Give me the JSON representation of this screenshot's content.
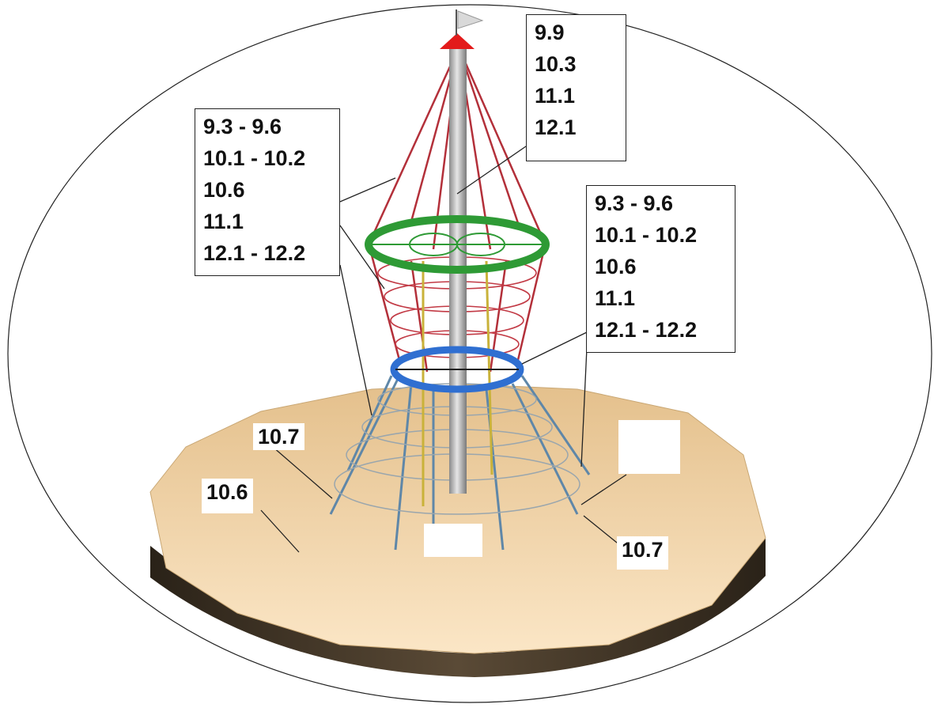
{
  "labels": {
    "top_right": [
      "9.9",
      "10.3",
      "11.1",
      "12.1"
    ],
    "upper_left": [
      "9.3 - 9.6",
      "10.1 - 10.2",
      "10.6",
      "11.1",
      "12.1 - 12.2"
    ],
    "mid_right": [
      "9.3 - 9.6",
      "10.1 - 10.2",
      "10.6",
      "11.1",
      "12.1 - 12.2"
    ],
    "base_left_upper": "10.7",
    "base_left_lower": "10.6",
    "base_right": "10.7"
  },
  "colors": {
    "upper_ring": "#2e9a35",
    "lower_ring": "#2f6fd1",
    "net_upper": "#b3303a",
    "net_lower": "#5f87a8",
    "base_top": "#f0d3a6",
    "base_side": "#3a2f22",
    "flag_cap": "#e31b1b"
  }
}
